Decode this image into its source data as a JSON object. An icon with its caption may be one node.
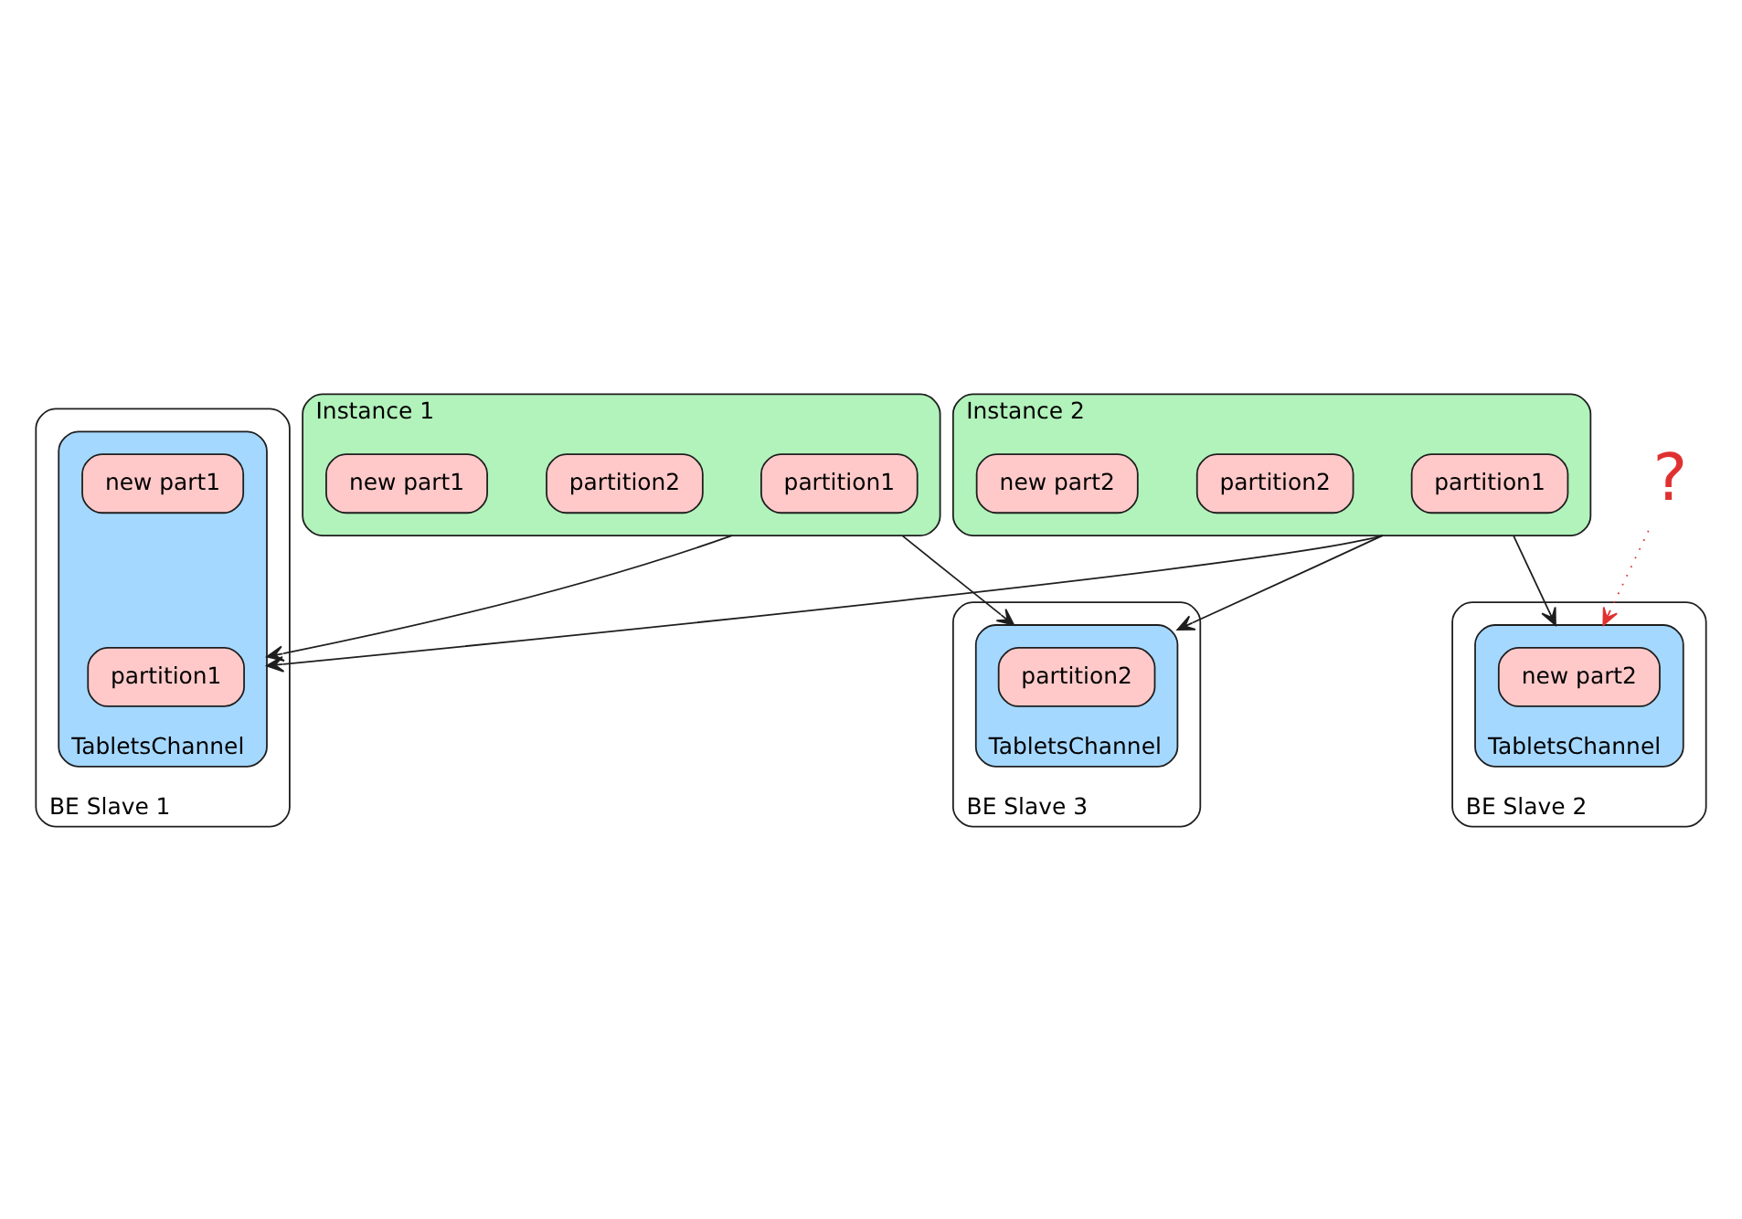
{
  "diagram": {
    "nodes": [
      {
        "text": [
          "Instance 1"
        ]
      },
      {
        "text": [
          "partition1"
        ],
        "in": 0
      },
      {
        "text": [
          "partition2"
        ],
        "in": 0
      },
      {
        "text": [
          "new part1"
        ],
        "in": 0
      },
      {
        "text": [
          "Instance 2"
        ]
      },
      {
        "text": [
          "partition1"
        ],
        "in": 4
      },
      {
        "text": [
          "partition2"
        ],
        "in": 4
      },
      {
        "text": [
          "new part2"
        ],
        "in": 4
      },
      {
        "text": [
          "?"
        ]
      },
      {
        "text": [
          "BE Slave 1"
        ]
      },
      {
        "text": [
          "TabletsChannel"
        ],
        "in": 9
      },
      {
        "text": [
          "partition1"
        ],
        "in": 10
      },
      {
        "text": [
          "new part1"
        ],
        "in": 10
      },
      {
        "text": [
          "BE Slave 2"
        ]
      },
      {
        "text": [
          "TabletsChannel"
        ],
        "in": 13
      },
      {
        "text": [
          "new part2"
        ],
        "in": 14
      },
      {
        "text": [
          "BE Slave 3"
        ]
      },
      {
        "text": [
          "TabletsChannel"
        ],
        "in": 16
      },
      {
        "text": [
          "partition2"
        ],
        "in": 17
      }
    ],
    "edges": [
      {
        "from": 0,
        "to": 10,
        "arrow": "to"
      },
      {
        "from": 0,
        "to": 17,
        "arrow": "to"
      },
      {
        "from": 4,
        "to": 10,
        "arrow": "to"
      },
      {
        "from": 4,
        "to": 14,
        "arrow": "to"
      },
      {
        "from": 4,
        "to": 17,
        "arrow": "to"
      },
      {
        "from": 8,
        "to": 14,
        "arrow": "to",
        "style": "dashed",
        "color": "#e03131"
      }
    ]
  }
}
